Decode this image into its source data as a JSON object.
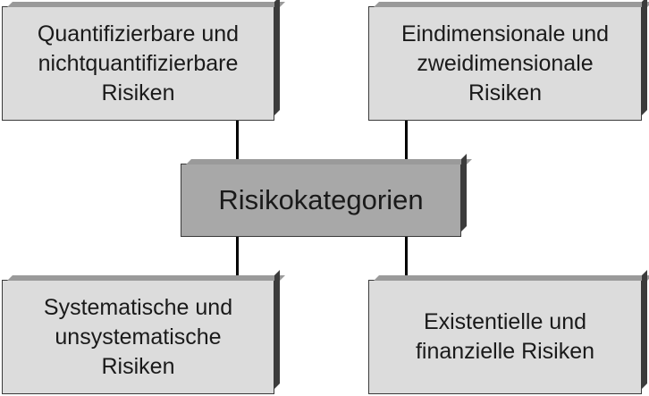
{
  "center": {
    "label": "Risikokategorien"
  },
  "categories": [
    {
      "label": "Quantifizierbare und\nnichtquantifizierbare\nRisiken"
    },
    {
      "label": "Eindimensionale und\nzweidimensionale\nRisiken"
    },
    {
      "label": "Systematische und\nunsystematische\nRisiken"
    },
    {
      "label": "Existentielle und\nfinanzielle Risiken"
    }
  ],
  "colors": {
    "outer_box": "#dcdcdc",
    "center_box": "#a8a8a8",
    "connector": "#000000"
  }
}
